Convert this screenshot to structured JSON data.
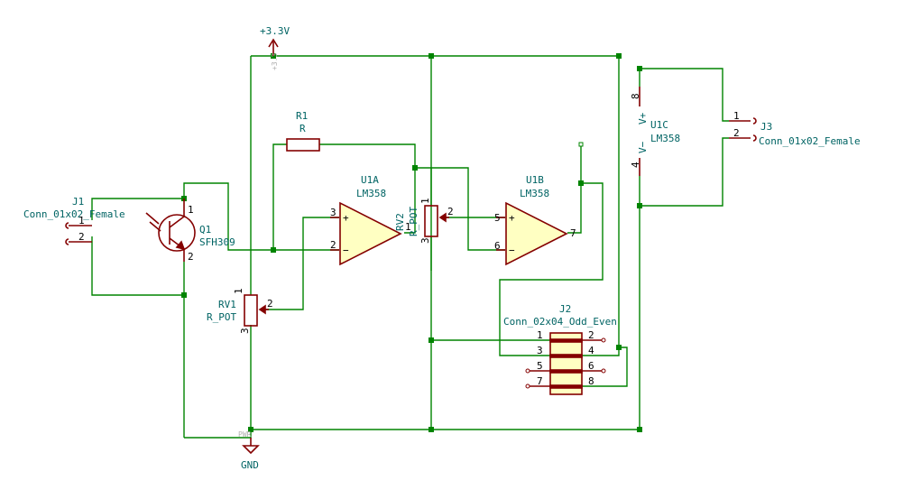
{
  "power": {
    "vcc_label": "+3.3V",
    "gnd_label": "GND",
    "vcc_ghost": "+3.3",
    "gnd_ghost": "PWR"
  },
  "components": {
    "J1": {
      "ref": "J1",
      "value": "Conn_01x02_Female",
      "pin1": "1",
      "pin2": "2"
    },
    "Q1": {
      "ref": "Q1",
      "value": "SFH309",
      "pin1": "1",
      "pin2": "2"
    },
    "R1": {
      "ref": "R1",
      "value": "R"
    },
    "RV1": {
      "ref": "RV1",
      "value": "R_POT",
      "pin1": "1",
      "pin2": "2",
      "pin3": "3"
    },
    "U1A": {
      "ref": "U1A",
      "value": "LM358",
      "pin_plus": "3",
      "pin_minus": "2",
      "pin_out": "1",
      "plus": "+",
      "minus": "−"
    },
    "RV2": {
      "ref": "RV2",
      "value": "R_POT",
      "pin1": "1",
      "pin2": "2",
      "pin3": "3"
    },
    "U1B": {
      "ref": "U1B",
      "value": "LM358",
      "pin_plus": "5",
      "pin_minus": "6",
      "pin_out": "7",
      "plus": "+",
      "minus": "−"
    },
    "U1C": {
      "ref": "U1C",
      "value": "LM358",
      "vplus": "V+",
      "vminus": "V−",
      "pin8": "8",
      "pin4": "4"
    },
    "J3": {
      "ref": "J3",
      "value": "Conn_01x02_Female",
      "pin1": "1",
      "pin2": "2"
    },
    "J2": {
      "ref": "J2",
      "value": "Conn_02x04_Odd_Even",
      "left_pins": [
        "1",
        "3",
        "5",
        "7"
      ],
      "right_pins": [
        "2",
        "4",
        "6",
        "8"
      ]
    }
  }
}
